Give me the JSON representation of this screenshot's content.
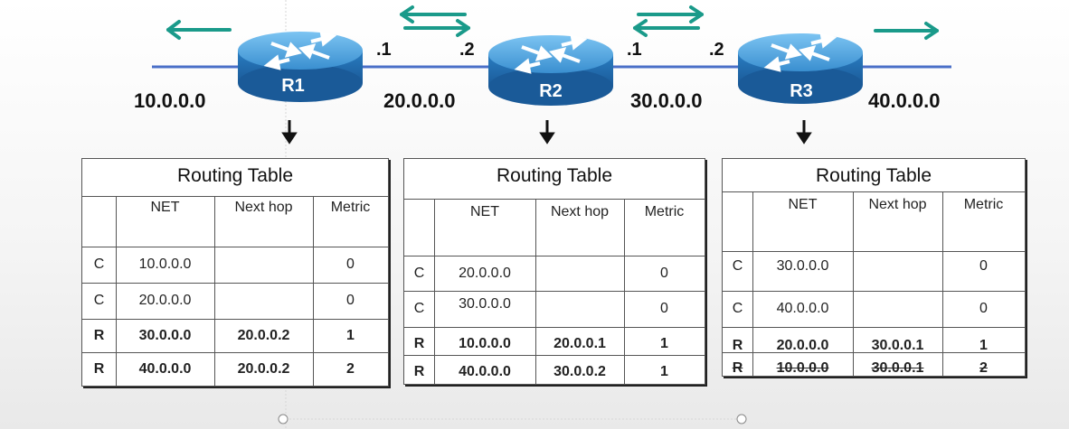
{
  "networks": [
    "10.0.0.0",
    "20.0.0.0",
    "30.0.0.0",
    "40.0.0.0"
  ],
  "interfaces": [
    ".1",
    ".2",
    ".1",
    ".2"
  ],
  "routers": [
    "R1",
    "R2",
    "R3"
  ],
  "tables": [
    {
      "title": "Routing Table",
      "headers": [
        "NET",
        "Next hop",
        "Metric"
      ],
      "rows": [
        {
          "type": "C",
          "net": "10.0.0.0",
          "hop": "",
          "metric": "0"
        },
        {
          "type": "C",
          "net": "20.0.0.0",
          "hop": "",
          "metric": "0"
        },
        {
          "type": "R",
          "net": "30.0.0.0",
          "hop": "20.0.0.2",
          "metric": "1"
        },
        {
          "type": "R",
          "net": "40.0.0.0",
          "hop": "20.0.0.2",
          "metric": "2"
        }
      ]
    },
    {
      "title": "Routing Table",
      "headers": [
        "NET",
        "Next hop",
        "Metric"
      ],
      "rows": [
        {
          "type": "C",
          "net": "20.0.0.0",
          "hop": "",
          "metric": "0"
        },
        {
          "type": "C",
          "net": "30.0.0.0",
          "hop": "",
          "metric": "0"
        },
        {
          "type": "R",
          "net": "10.0.0.0",
          "hop": "20.0.0.1",
          "metric": "1"
        },
        {
          "type": "R",
          "net": "40.0.0.0",
          "hop": "30.0.0.2",
          "metric": "1"
        }
      ]
    },
    {
      "title": "Routing Table",
      "headers": [
        "NET",
        "Next hop",
        "Metric"
      ],
      "rows": [
        {
          "type": "C",
          "net": "30.0.0.0",
          "hop": "",
          "metric": "0"
        },
        {
          "type": "C",
          "net": "40.0.0.0",
          "hop": "",
          "metric": "0"
        },
        {
          "type": "R",
          "net": "20.0.0.0",
          "hop": "30.0.0.1",
          "metric": "1"
        },
        {
          "type": "R",
          "net": "10.0.0.0",
          "hop": "30.0.0.1",
          "metric": "2"
        }
      ]
    }
  ],
  "colors": {
    "arrow": "#1a9a8a",
    "router": "#3a8fd0",
    "link": "#4a6fc8",
    "highlight": "#ff0000"
  }
}
